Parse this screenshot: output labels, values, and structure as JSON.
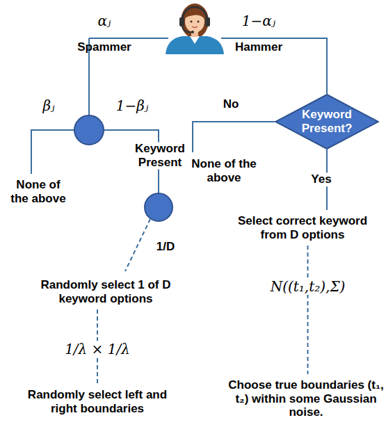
{
  "diagram": {
    "nodes": [
      {
        "text": [
          "None of the above"
        ]
      },
      {
        "text": [
          "Randomly select 1 of D keyword options"
        ]
      },
      {
        "text": [
          "Randomly select left and right boundaries"
        ]
      },
      {
        "text": [
          "Keyword Present?"
        ]
      },
      {
        "text": [
          "None of the above"
        ]
      },
      {
        "text": [
          "Select correct keyword from D options"
        ]
      },
      {
        "text": [
          "Choose true boundaries (t₁, t₂) within some Gaussian noise."
        ]
      }
    ],
    "edges": [
      {
        "from": 3,
        "to": 4,
        "label": "No",
        "arrow": "none"
      },
      {
        "from": 3,
        "to": 5,
        "label": "Yes",
        "arrow": "none"
      },
      {
        "from": 1,
        "to": 2,
        "label": "1/λ × 1/λ",
        "arrow": "none"
      },
      {
        "from": 5,
        "to": 6,
        "label": "N((t₁,t₂),Σ)",
        "arrow": "none"
      }
    ],
    "labels": [
      "αⱼ",
      "1−αⱼ",
      "Spammer",
      "Hammer",
      "βⱼ",
      "1−βⱼ",
      "Keyword Present",
      "1/D"
    ]
  }
}
